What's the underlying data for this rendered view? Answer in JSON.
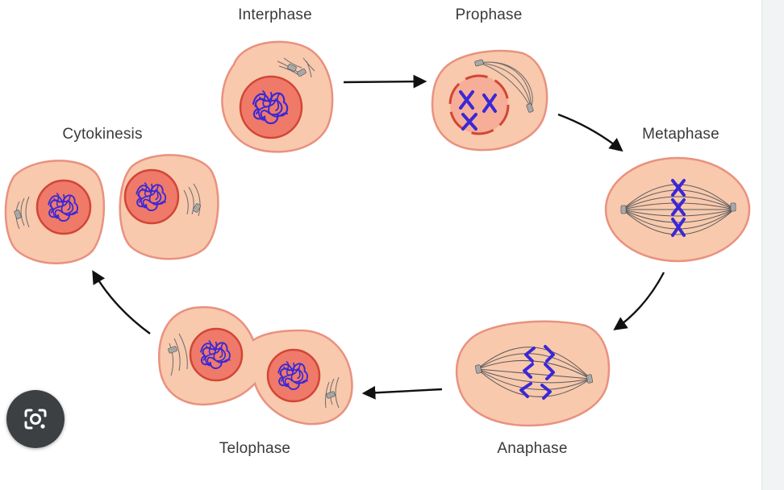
{
  "phases": {
    "interphase": "Interphase",
    "prophase": "Prophase",
    "metaphase": "Metaphase",
    "anaphase": "Anaphase",
    "telophase": "Telophase",
    "cytokinesis": "Cytokinesis"
  },
  "colors": {
    "cytoplasm": "#f8c9ad",
    "membrane": "#e9917f",
    "nucleus_fill": "#ef7a69",
    "nucleus_edge": "#d24535",
    "chromosome": "#3a28d6",
    "spindle": "#6b6b6b",
    "arrow": "#111111",
    "lens_button": "#3c4043"
  },
  "icons": {
    "lens_button": "camera-search-icon"
  }
}
